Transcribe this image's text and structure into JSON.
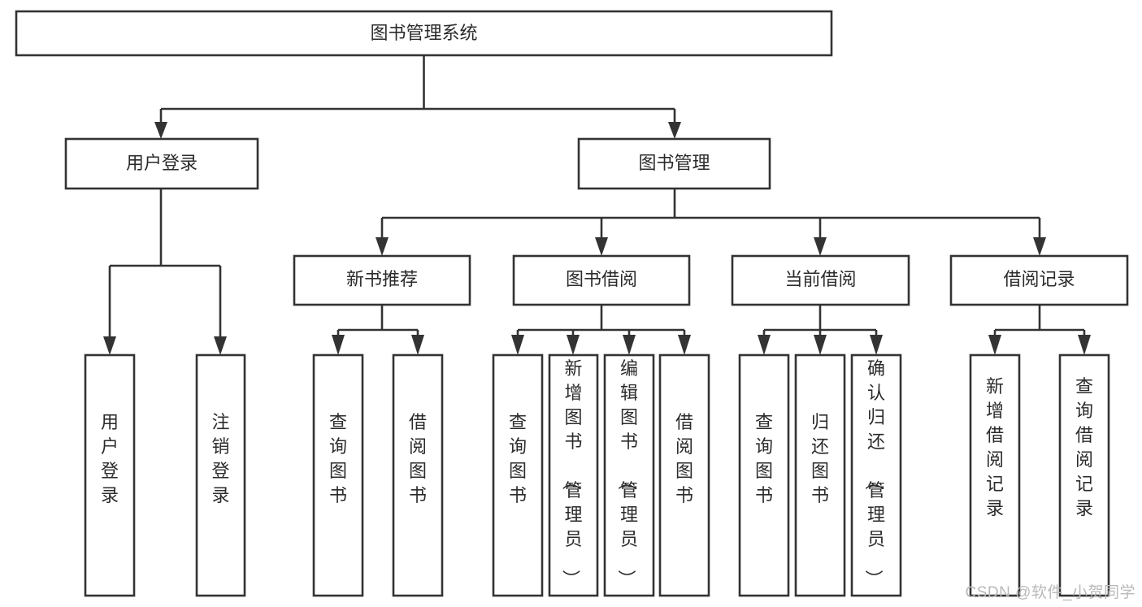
{
  "diagram": {
    "title": "图书管理系统",
    "type": "tree",
    "orientation": "top-down",
    "colors": {
      "box_stroke": "#333333",
      "box_fill": "#ffffff",
      "text": "#2b2b2b",
      "background": "#ffffff",
      "watermark": "#b9b9b9"
    },
    "root": {
      "label": "图书管理系统",
      "id": "root"
    },
    "level2": [
      {
        "id": "user-login",
        "label": "用户登录"
      },
      {
        "id": "book-management",
        "label": "图书管理"
      }
    ],
    "level3": [
      {
        "id": "new-book-recommend",
        "label": "新书推荐",
        "parent": "book-management"
      },
      {
        "id": "book-borrow",
        "label": "图书借阅",
        "parent": "book-management"
      },
      {
        "id": "current-borrow",
        "label": "当前借阅",
        "parent": "book-management"
      },
      {
        "id": "borrow-record",
        "label": "借阅记录",
        "parent": "book-management"
      }
    ],
    "leaves": [
      {
        "id": "leaf-user-login",
        "label": "用户登录",
        "parent": "user-login"
      },
      {
        "id": "leaf-logout-login",
        "label": "注销登录",
        "parent": "user-login"
      },
      {
        "id": "leaf-query-book-1",
        "label": "查询图书",
        "parent": "new-book-recommend"
      },
      {
        "id": "leaf-borrow-book-1",
        "label": "借阅图书",
        "parent": "new-book-recommend"
      },
      {
        "id": "leaf-query-book-2",
        "label": "查询图书",
        "parent": "book-borrow"
      },
      {
        "id": "leaf-add-book",
        "label": "新增图书（管理员）",
        "parent": "book-borrow"
      },
      {
        "id": "leaf-edit-book",
        "label": "编辑图书（管理员）",
        "parent": "book-borrow"
      },
      {
        "id": "leaf-borrow-book-2",
        "label": "借阅图书",
        "parent": "book-borrow"
      },
      {
        "id": "leaf-query-book-3",
        "label": "查询图书",
        "parent": "current-borrow"
      },
      {
        "id": "leaf-return-book",
        "label": "归还图书",
        "parent": "current-borrow"
      },
      {
        "id": "leaf-confirm-return",
        "label": "确认归还（管理员）",
        "parent": "current-borrow"
      },
      {
        "id": "leaf-add-record",
        "label": "新增借阅记录",
        "parent": "borrow-record"
      },
      {
        "id": "leaf-query-record",
        "label": "查询借阅记录",
        "parent": "borrow-record"
      }
    ]
  },
  "watermark": {
    "text": "CSDN @软件_小贺同学"
  }
}
